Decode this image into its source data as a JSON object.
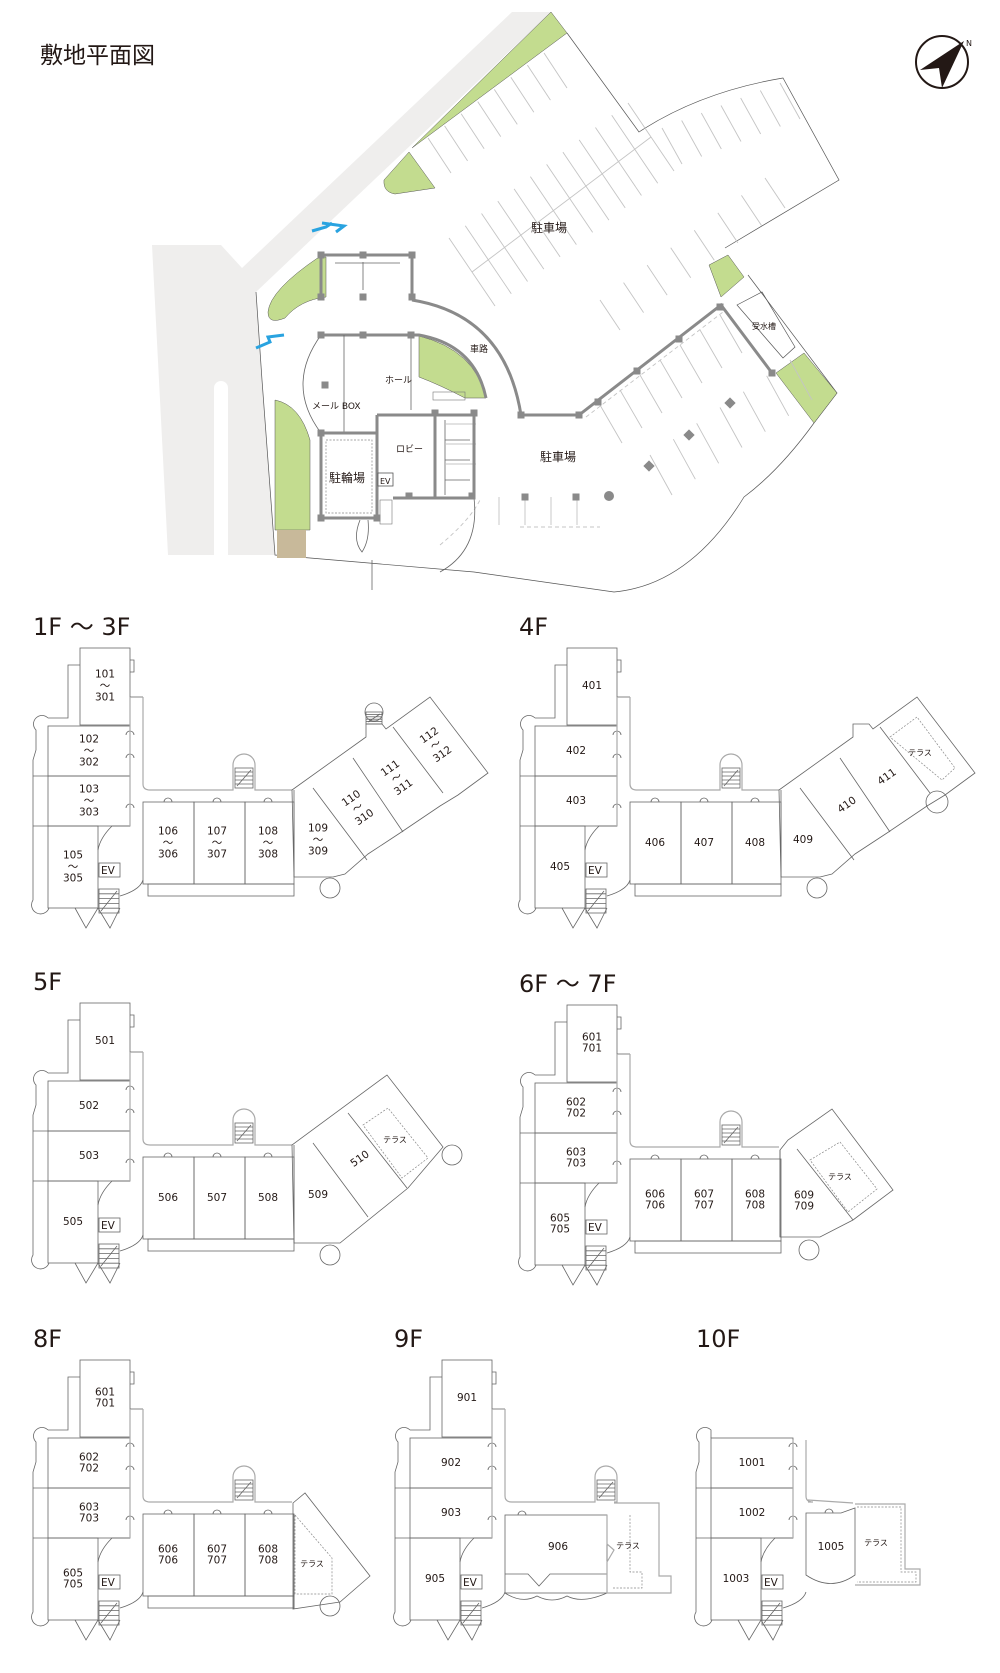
{
  "site_plan": {
    "title": "敷地平面図",
    "compass_label": "N",
    "labels": {
      "parking_north": "駐車場",
      "parking_south": "駐車場",
      "driveway": "車路",
      "hall": "ホール",
      "mail_box": "メール BOX",
      "lobby": "ロビー",
      "bicycle_parking": "駐輪場",
      "elevator": "EV",
      "water_tank": "受水槽"
    },
    "colors": {
      "green": "#c3dc8f",
      "road": "#efeeed",
      "wall": "#8a8a8a",
      "entrance_marker": "#29a3e0",
      "paving": "#c8b99a"
    }
  },
  "floors": [
    {
      "title": "1F ～ 3F",
      "ev_label": "EV",
      "units": [
        {
          "lines": [
            "101",
            "～",
            "301"
          ]
        },
        {
          "lines": [
            "102",
            "～",
            "302"
          ]
        },
        {
          "lines": [
            "103",
            "～",
            "303"
          ]
        },
        {
          "lines": [
            "105",
            "～",
            "305"
          ]
        },
        {
          "lines": [
            "106",
            "～",
            "306"
          ]
        },
        {
          "lines": [
            "107",
            "～",
            "307"
          ]
        },
        {
          "lines": [
            "108",
            "～",
            "308"
          ]
        },
        {
          "lines": [
            "109",
            "～",
            "309"
          ]
        },
        {
          "lines": [
            "110",
            "～",
            "310"
          ]
        },
        {
          "lines": [
            "111",
            "～",
            "311"
          ]
        },
        {
          "lines": [
            "112",
            "～",
            "312"
          ]
        }
      ]
    },
    {
      "title": "4F",
      "ev_label": "EV",
      "terrace": "テラス",
      "units": [
        {
          "lines": [
            "401"
          ]
        },
        {
          "lines": [
            "402"
          ]
        },
        {
          "lines": [
            "403"
          ]
        },
        {
          "lines": [
            "405"
          ]
        },
        {
          "lines": [
            "406"
          ]
        },
        {
          "lines": [
            "407"
          ]
        },
        {
          "lines": [
            "408"
          ]
        },
        {
          "lines": [
            "409"
          ]
        },
        {
          "lines": [
            "410"
          ]
        },
        {
          "lines": [
            "411"
          ]
        }
      ]
    },
    {
      "title": "5F",
      "ev_label": "EV",
      "terrace": "テラス",
      "units": [
        {
          "lines": [
            "501"
          ]
        },
        {
          "lines": [
            "502"
          ]
        },
        {
          "lines": [
            "503"
          ]
        },
        {
          "lines": [
            "505"
          ]
        },
        {
          "lines": [
            "506"
          ]
        },
        {
          "lines": [
            "507"
          ]
        },
        {
          "lines": [
            "508"
          ]
        },
        {
          "lines": [
            "509"
          ]
        },
        {
          "lines": [
            "510"
          ]
        }
      ]
    },
    {
      "title": "6F ～ 7F",
      "ev_label": "EV",
      "terrace": "テラス",
      "units": [
        {
          "lines": [
            "601",
            "701"
          ]
        },
        {
          "lines": [
            "602",
            "702"
          ]
        },
        {
          "lines": [
            "603",
            "703"
          ]
        },
        {
          "lines": [
            "605",
            "705"
          ]
        },
        {
          "lines": [
            "606",
            "706"
          ]
        },
        {
          "lines": [
            "607",
            "707"
          ]
        },
        {
          "lines": [
            "608",
            "708"
          ]
        },
        {
          "lines": [
            "609",
            "709"
          ]
        }
      ]
    },
    {
      "title": "8F",
      "ev_label": "EV",
      "terrace": "テラス",
      "units": [
        {
          "lines": [
            "601",
            "701"
          ]
        },
        {
          "lines": [
            "602",
            "702"
          ]
        },
        {
          "lines": [
            "603",
            "703"
          ]
        },
        {
          "lines": [
            "605",
            "705"
          ]
        },
        {
          "lines": [
            "606",
            "706"
          ]
        },
        {
          "lines": [
            "607",
            "707"
          ]
        },
        {
          "lines": [
            "608",
            "708"
          ]
        }
      ]
    },
    {
      "title": "9F",
      "ev_label": "EV",
      "terrace": "テラス",
      "units": [
        {
          "lines": [
            "901"
          ]
        },
        {
          "lines": [
            "902"
          ]
        },
        {
          "lines": [
            "903"
          ]
        },
        {
          "lines": [
            "905"
          ]
        },
        {
          "lines": [
            "906"
          ]
        }
      ]
    },
    {
      "title": "10F",
      "ev_label": "EV",
      "terrace": "テラス",
      "units": [
        {
          "lines": [
            "1001"
          ]
        },
        {
          "lines": [
            "1002"
          ]
        },
        {
          "lines": [
            "1003"
          ]
        },
        {
          "lines": [
            "1005"
          ]
        }
      ]
    }
  ]
}
